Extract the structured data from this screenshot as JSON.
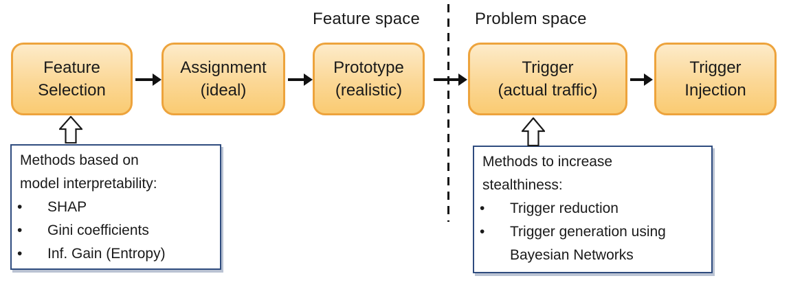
{
  "diagram": {
    "section_labels": [
      {
        "label": "Feature space"
      },
      {
        "label": "Problem space"
      }
    ],
    "flow_boxes": [
      {
        "line1": "Feature",
        "line2": "Selection"
      },
      {
        "line1": "Assignment",
        "line2": "(ideal)"
      },
      {
        "line1": "Prototype",
        "line2": "(realistic)"
      },
      {
        "line1": "Trigger",
        "line2": "(actual  traffic)"
      },
      {
        "line1": "Trigger",
        "line2": "Injection"
      }
    ],
    "annotations": {
      "left": {
        "title_line1": "Methods based on",
        "title_line2": "model interpretability:",
        "bullet_marker": "•",
        "bullets": [
          "SHAP",
          "Gini coefficients",
          "Inf. Gain (Entropy)"
        ]
      },
      "right": {
        "title_line1": "Methods to increase",
        "title_line2": "stealthiness:",
        "bullet_marker": "•",
        "bullets": [
          "Trigger reduction",
          "Trigger generation using Bayesian Networks"
        ]
      }
    },
    "colors": {
      "node_fill_top": "#FDEBC9",
      "node_fill_bottom": "#FACB72",
      "node_border": "#EDA33C",
      "note_border": "#2E4B7E",
      "arrow": "#111111",
      "text": "#1A1A1A"
    }
  }
}
